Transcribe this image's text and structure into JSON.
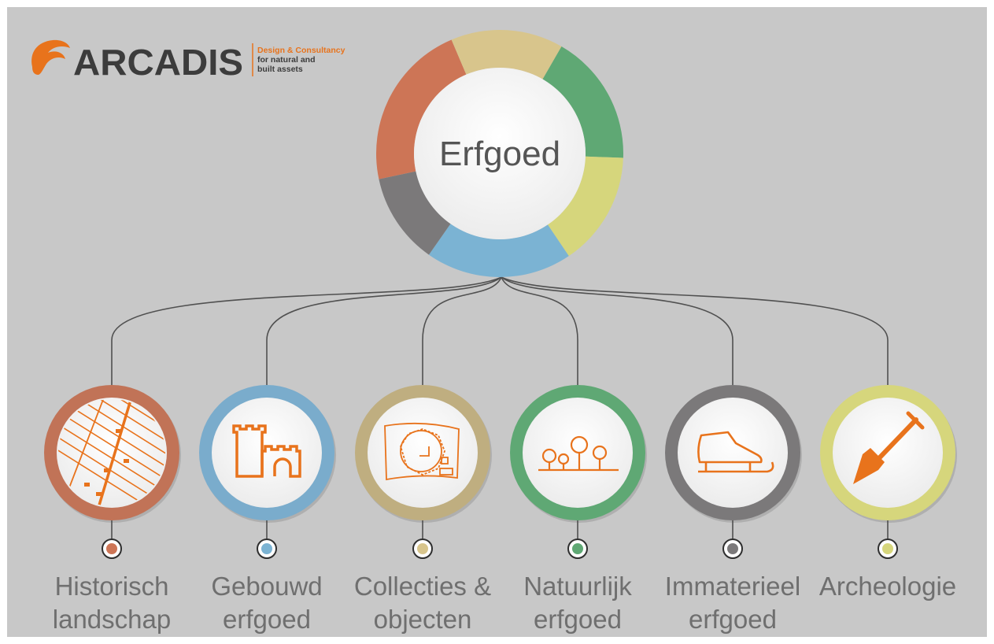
{
  "logo": {
    "wordmark": "ARCADIS",
    "tagline": [
      "Design & Consultancy",
      "for natural and",
      "built assets"
    ],
    "color": "#e8731c"
  },
  "center": {
    "label": "Erfgoed",
    "ring_colors": [
      "#cd7556",
      "#d8c58c",
      "#5fa874",
      "#d6d67c",
      "#7bb3d3",
      "#7b797a"
    ]
  },
  "icon_color": "#e8731c",
  "categories": [
    {
      "id": "historisch-landschap",
      "label_lines": [
        "Historisch",
        "landschap"
      ],
      "ring_color": "#c17357",
      "dot_color": "#cd7556",
      "icon": "map-grid-icon"
    },
    {
      "id": "gebouwd-erfgoed",
      "label_lines": [
        "Gebouwd",
        "erfgoed"
      ],
      "ring_color": "#7aaccc",
      "dot_color": "#7bb3d3",
      "icon": "castle-icon"
    },
    {
      "id": "collecties-objecten",
      "label_lines": [
        "Collecties &",
        "objecten"
      ],
      "ring_color": "#bfae80",
      "dot_color": "#d8c58c",
      "icon": "old-map-icon"
    },
    {
      "id": "natuurlijk-erfgoed",
      "label_lines": [
        "Natuurlijk",
        "erfgoed"
      ],
      "ring_color": "#5fa874",
      "dot_color": "#5fa874",
      "icon": "trees-icon"
    },
    {
      "id": "immaterieel-erfgoed",
      "label_lines": [
        "Immaterieel",
        "erfgoed"
      ],
      "ring_color": "#7b797a",
      "dot_color": "#7b797a",
      "icon": "ice-skate-icon"
    },
    {
      "id": "archeologie",
      "label_lines": [
        "Archeologie"
      ],
      "ring_color": "#d6d67c",
      "dot_color": "#d6d67c",
      "icon": "shovel-icon"
    }
  ]
}
